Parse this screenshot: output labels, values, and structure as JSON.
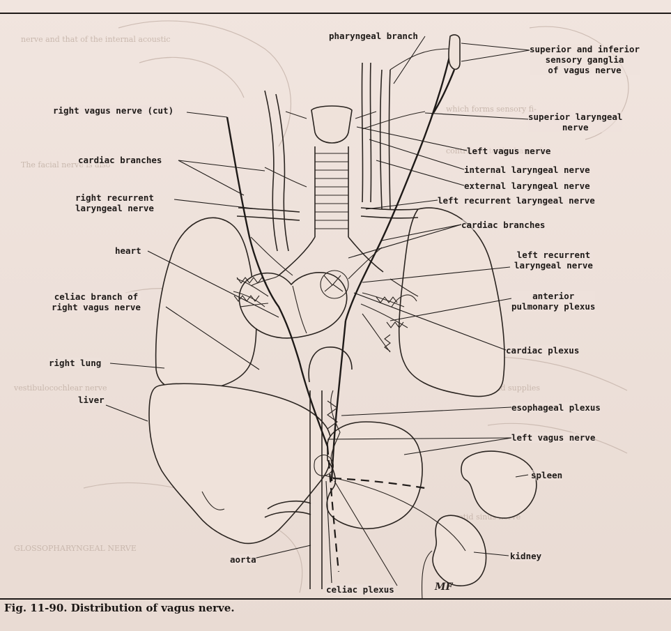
{
  "figure": {
    "caption": "Fig. 11-90. Distribution of vagus nerve.",
    "artist_initials": "MF"
  },
  "labels": {
    "pharyngeal_branch": "pharyngeal branch",
    "sensory_ganglia": "superior and inferior\nsensory ganglia\nof vagus nerve",
    "right_vagus_cut": "right vagus nerve (cut)",
    "superior_laryngeal": "superior laryngeal\nnerve",
    "left_vagus_top": "left vagus nerve",
    "internal_laryngeal": "internal laryngeal nerve",
    "external_laryngeal": "external laryngeal nerve",
    "cardiac_branches_left": "cardiac branches",
    "right_recurrent": "right recurrent\nlaryngeal nerve",
    "left_recurrent_top": "left recurrent laryngeal nerve",
    "cardiac_branches_right": "cardiac branches",
    "heart": "heart",
    "left_recurrent_2": "left recurrent\nlaryngeal nerve",
    "celiac_branch": "celiac branch of\nright vagus nerve",
    "anterior_pulmonary": "anterior\npulmonary plexus",
    "cardiac_plexus": "cardiac plexus",
    "right_lung": "right lung",
    "liver": "liver",
    "esophageal_plexus": "esophageal plexus",
    "left_vagus_bottom": "left vagus nerve",
    "spleen": "spleen",
    "kidney": "kidney",
    "aorta": "aorta",
    "celiac_plexus": "celiac plexus"
  }
}
